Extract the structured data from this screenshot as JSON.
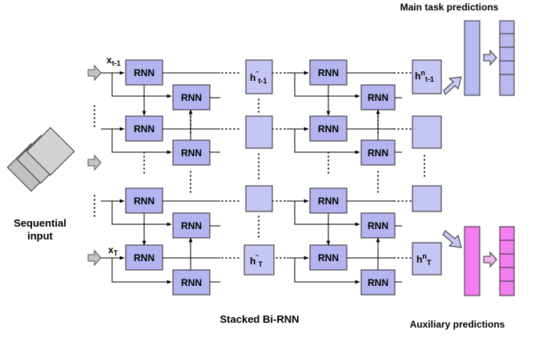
{
  "titles": {
    "main_predictions": "Main task predictions",
    "auxiliary_predictions": "Auxiliary predictions",
    "stacked": "Stacked Bi-RNN",
    "input_line1": "Sequential",
    "input_line2": "input"
  },
  "nodes": {
    "rnn": "RNN",
    "input_first": {
      "base": "x",
      "sub": "t-1"
    },
    "input_last": {
      "base": "x",
      "sub": "T"
    },
    "hidden_first": {
      "base": "h",
      "sup": "˜",
      "sub": "t-1"
    },
    "hidden_last": {
      "base": "h",
      "sup": "˜",
      "sub": "T"
    },
    "final_first": {
      "base": "h",
      "sup": "n",
      "sub": "t-1"
    },
    "final_last": {
      "base": "h",
      "sup": "n",
      "sub": "T"
    }
  },
  "colors": {
    "rnn_fill": "#b4b4f0",
    "hidden_fill": "#c6c6f4",
    "main_output": "#b9b9f2",
    "aux_output": "#f27ef2",
    "input_stack": "#bdbdbd",
    "arrow_fill": "#c4c4c4"
  }
}
